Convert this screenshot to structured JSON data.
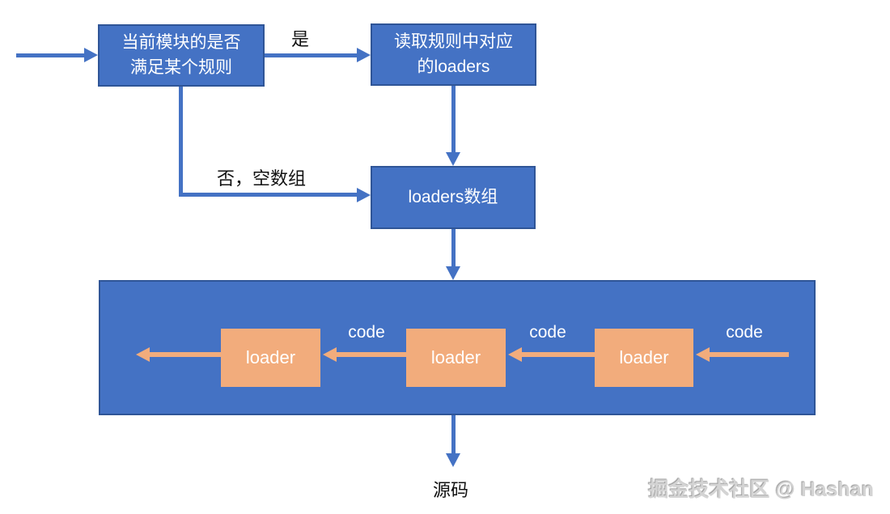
{
  "colors": {
    "node_blue": "#4472C4",
    "node_border_blue": "#2F5597",
    "loader_orange": "#F2AC7C",
    "node_text": "#FFFFFF",
    "label_text": "#111111",
    "watermark_gray": "#D4D4D4"
  },
  "nodes": {
    "check_rule": {
      "line1": "当前模块的是否",
      "line2": "满足某个规则"
    },
    "read_loaders": {
      "line1": "读取规则中对应",
      "line2": "的loaders"
    },
    "loaders_array": {
      "label": "loaders数组"
    },
    "loader_chain": [
      {
        "label": "loader"
      },
      {
        "label": "loader"
      },
      {
        "label": "loader"
      }
    ]
  },
  "edge_labels": {
    "yes": "是",
    "no_empty": "否，空数组",
    "code_left": "code",
    "code_mid": "code",
    "code_right": "code",
    "output": "源码"
  },
  "watermark": "掘金技术社区 @ Hashan"
}
